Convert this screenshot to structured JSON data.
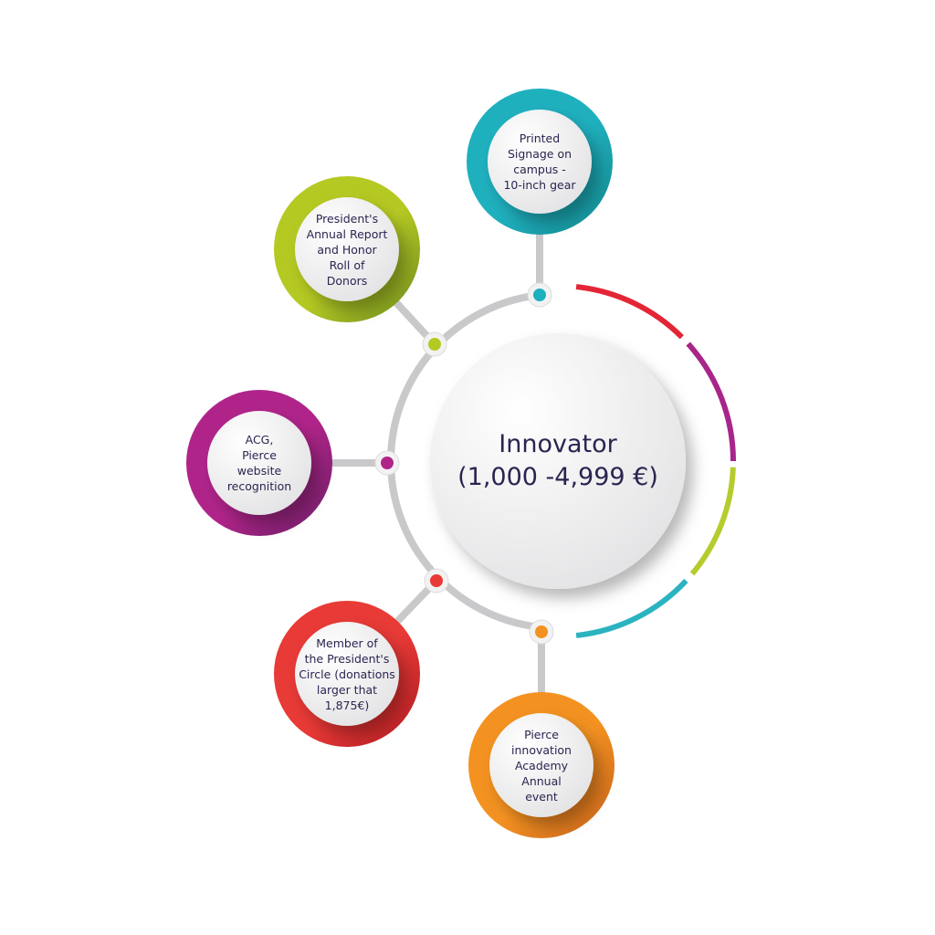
{
  "center": {
    "title": "Innovator",
    "range": "(1,000 -4,999 €)"
  },
  "nodes": [
    {
      "id": "signage",
      "text": "Printed\nSignage on\ncampus -\n10-inch gear",
      "color": "#1fb0be",
      "dark": "#12898f"
    },
    {
      "id": "annual-report",
      "text": "President's\nAnnual Report\nand Honor\nRoll of\nDonors",
      "color": "#b5c923",
      "dark": "#6f8f1e"
    },
    {
      "id": "website",
      "text": "ACG,\nPierce\nwebsite\nrecognition",
      "color": "#b0248a",
      "dark": "#6e1f66"
    },
    {
      "id": "presidents-circle",
      "text": "Member of\nthe President's\nCircle (donations\nlarger that\n1,875€)",
      "color": "#e83a36",
      "dark": "#b31b22"
    },
    {
      "id": "academy",
      "text": "Pierce\ninnovation\nAcademy\nAnnual\nevent",
      "color": "#f39221",
      "dark": "#c9621a"
    }
  ],
  "arc_colors": [
    "#e32536",
    "#a8258a",
    "#b6cc2e",
    "#2bb3c0"
  ]
}
